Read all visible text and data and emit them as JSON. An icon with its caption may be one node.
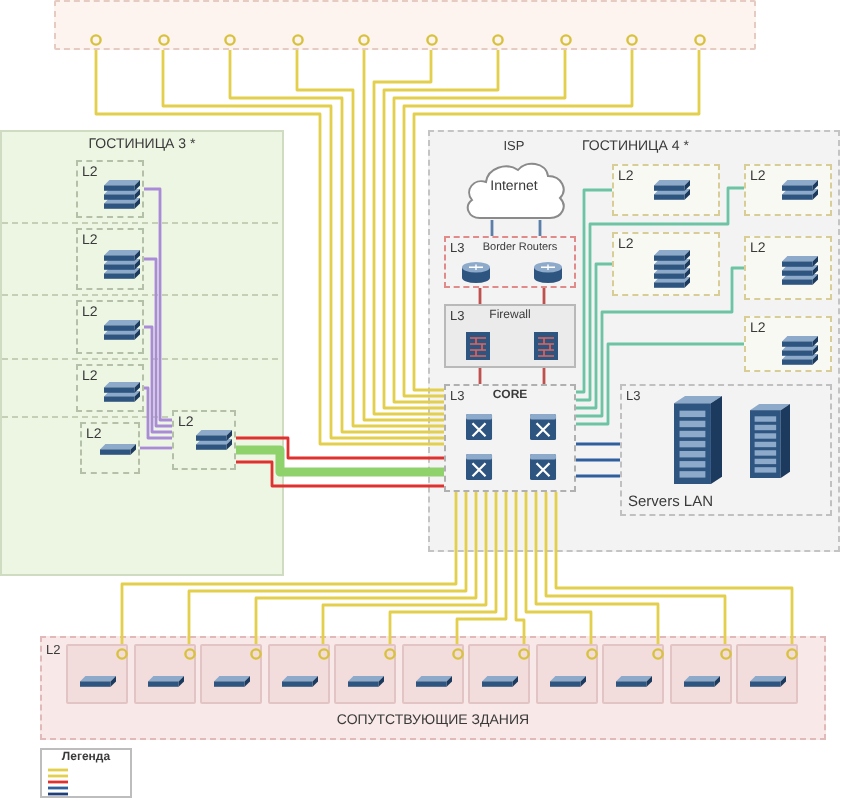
{
  "diagram": {
    "nodes": [
      {
        "text": [],
        "shape": "box"
      },
      {
        "text": [
          "ГОСТИНИЦА 3 *"
        ]
      },
      {
        "text": [
          "L2"
        ],
        "in": 1
      },
      {
        "text": [
          "L2"
        ],
        "in": 1
      },
      {
        "text": [
          "L2"
        ],
        "in": 1
      },
      {
        "text": [
          "L2"
        ],
        "in": 1
      },
      {
        "text": [
          "L2"
        ],
        "in": 1
      },
      {
        "text": [
          "L2"
        ],
        "in": 1
      },
      {
        "text": [
          "ГОСТИНИЦА 4 *"
        ]
      },
      {
        "text": [
          "Internet"
        ],
        "beside": [
          "ISP"
        ],
        "in": 8
      },
      {
        "text": [
          "L3",
          "Border Routers"
        ],
        "in": 8
      },
      {
        "text": [
          "L3",
          "Firewall"
        ],
        "in": 8
      },
      {
        "text": [
          "L3",
          "CORE"
        ],
        "in": 8
      },
      {
        "text": [
          "L2"
        ],
        "in": 8
      },
      {
        "text": [
          "L2"
        ],
        "in": 8
      },
      {
        "text": [
          "L2"
        ],
        "in": 8
      },
      {
        "text": [
          "L2"
        ],
        "in": 8
      },
      {
        "text": [
          "L2"
        ],
        "in": 8
      },
      {
        "text": [
          "L3",
          "Servers LAN"
        ],
        "in": 8
      },
      {
        "text": [
          "L2",
          "СОПУТСТВУЮЩИЕ ЗДАНИЯ"
        ]
      },
      {
        "text": [],
        "shape": "box",
        "in": 19
      },
      {
        "text": [],
        "shape": "box",
        "in": 19
      },
      {
        "text": [],
        "shape": "box",
        "in": 19
      },
      {
        "text": [],
        "shape": "box",
        "in": 19
      },
      {
        "text": [],
        "shape": "box",
        "in": 19
      },
      {
        "text": [],
        "shape": "box",
        "in": 19
      },
      {
        "text": [],
        "shape": "box",
        "in": 19
      },
      {
        "text": [],
        "shape": "box",
        "in": 19
      },
      {
        "text": [],
        "shape": "box",
        "in": 19
      },
      {
        "text": [],
        "shape": "box",
        "in": 19
      },
      {
        "text": [],
        "shape": "box",
        "in": 19
      }
    ],
    "edges": [
      {
        "from": 0,
        "to": 12,
        "arrow": "none"
      },
      {
        "from": 0,
        "to": 12,
        "arrow": "none"
      },
      {
        "from": 0,
        "to": 12,
        "arrow": "none"
      },
      {
        "from": 0,
        "to": 12,
        "arrow": "none"
      },
      {
        "from": 0,
        "to": 12,
        "arrow": "none"
      },
      {
        "from": 0,
        "to": 12,
        "arrow": "none"
      },
      {
        "from": 0,
        "to": 12,
        "arrow": "none"
      },
      {
        "from": 0,
        "to": 12,
        "arrow": "none"
      },
      {
        "from": 0,
        "to": 12,
        "arrow": "none"
      },
      {
        "from": 0,
        "to": 12,
        "arrow": "none"
      },
      {
        "from": 20,
        "to": 12,
        "arrow": "none"
      },
      {
        "from": 21,
        "to": 12,
        "arrow": "none"
      },
      {
        "from": 22,
        "to": 12,
        "arrow": "none"
      },
      {
        "from": 23,
        "to": 12,
        "arrow": "none"
      },
      {
        "from": 24,
        "to": 12,
        "arrow": "none"
      },
      {
        "from": 25,
        "to": 12,
        "arrow": "none"
      },
      {
        "from": 26,
        "to": 12,
        "arrow": "none"
      },
      {
        "from": 27,
        "to": 12,
        "arrow": "none"
      },
      {
        "from": 28,
        "to": 12,
        "arrow": "none"
      },
      {
        "from": 29,
        "to": 12,
        "arrow": "none"
      },
      {
        "from": 30,
        "to": 12,
        "arrow": "none"
      },
      {
        "from": 2,
        "to": 7,
        "arrow": "none",
        "color": "#a98bd8"
      },
      {
        "from": 3,
        "to": 7,
        "arrow": "none",
        "color": "#a98bd8"
      },
      {
        "from": 4,
        "to": 7,
        "arrow": "none",
        "color": "#a98bd8"
      },
      {
        "from": 5,
        "to": 7,
        "arrow": "none",
        "color": "#a98bd8"
      },
      {
        "from": 6,
        "to": 7,
        "arrow": "none",
        "color": "#a98bd8"
      },
      {
        "from": 7,
        "to": 12,
        "arrow": "none",
        "color": "#e0312f"
      },
      {
        "from": 7,
        "to": 12,
        "arrow": "none",
        "style": "thick",
        "color": "#8fd16a"
      },
      {
        "from": 7,
        "to": 12,
        "arrow": "none",
        "color": "#e0312f"
      },
      {
        "from": 9,
        "to": 10,
        "arrow": "none",
        "color": "#5b7fa8"
      },
      {
        "from": 9,
        "to": 10,
        "arrow": "none",
        "color": "#5b7fa8"
      },
      {
        "from": 10,
        "to": 11,
        "arrow": "none",
        "color": "#c0504d"
      },
      {
        "from": 10,
        "to": 11,
        "arrow": "none",
        "color": "#c0504d"
      },
      {
        "from": 11,
        "to": 12,
        "arrow": "none",
        "color": "#c0504d"
      },
      {
        "from": 11,
        "to": 12,
        "arrow": "none",
        "color": "#c0504d"
      },
      {
        "from": 12,
        "to": 13,
        "arrow": "none",
        "color": "#6cc4a4"
      },
      {
        "from": 12,
        "to": 14,
        "arrow": "none",
        "color": "#6cc4a4"
      },
      {
        "from": 12,
        "to": 15,
        "arrow": "none",
        "color": "#6cc4a4"
      },
      {
        "from": 12,
        "to": 16,
        "arrow": "none",
        "color": "#6cc4a4"
      },
      {
        "from": 12,
        "to": 17,
        "arrow": "none",
        "color": "#6cc4a4"
      },
      {
        "from": 12,
        "to": 18,
        "arrow": "none",
        "color": "#2f5f9e"
      },
      {
        "from": 12,
        "to": 18,
        "arrow": "none",
        "color": "#2f5f9e"
      },
      {
        "from": 12,
        "to": 18,
        "arrow": "none",
        "color": "#2f5f9e"
      }
    ],
    "labels": [
      "Легенда"
    ]
  }
}
